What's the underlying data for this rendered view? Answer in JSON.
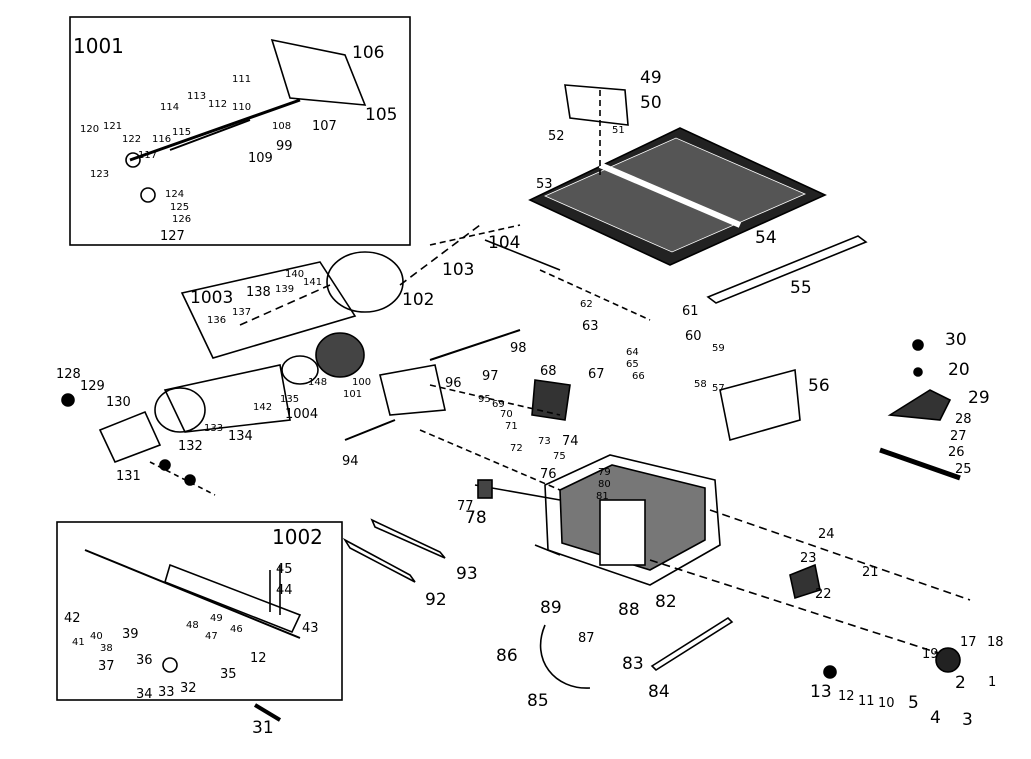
{
  "insets": [
    {
      "id": "inset-1001",
      "label": "1001"
    },
    {
      "id": "inset-1002",
      "label": "1002"
    },
    {
      "id": "inset-1003",
      "label": "1003"
    }
  ],
  "labels": [
    "106",
    "105",
    "107",
    "108",
    "109",
    "99",
    "110",
    "111",
    "112",
    "113",
    "114",
    "115",
    "116",
    "117",
    "120",
    "121",
    "122",
    "123",
    "124",
    "125",
    "126",
    "127",
    "49",
    "50",
    "51",
    "52",
    "53",
    "54",
    "55",
    "104",
    "103",
    "102",
    "136",
    "137",
    "138",
    "139",
    "140",
    "141",
    "128",
    "129",
    "130",
    "131",
    "132",
    "133",
    "134",
    "135",
    "142",
    "148",
    "100",
    "101",
    "98",
    "97",
    "96",
    "95",
    "94",
    "1004",
    "68",
    "67",
    "69",
    "70",
    "71",
    "72",
    "73",
    "74",
    "75",
    "76",
    "77",
    "78",
    "79",
    "80",
    "81",
    "62",
    "63",
    "61",
    "60",
    "64",
    "65",
    "66",
    "59",
    "58",
    "57",
    "56",
    "30",
    "20",
    "29",
    "28",
    "27",
    "26",
    "25",
    "24",
    "23",
    "22",
    "21",
    "17",
    "18",
    "19",
    "2",
    "1",
    "3",
    "4",
    "5",
    "10",
    "11",
    "12",
    "13",
    "93",
    "92",
    "89",
    "88",
    "87",
    "86",
    "85",
    "84",
    "83",
    "82",
    "45",
    "44",
    "43",
    "42",
    "41",
    "40",
    "38",
    "37",
    "39",
    "36",
    "34",
    "33",
    "32",
    "31",
    "35",
    "46",
    "47",
    "48",
    "49",
    "12"
  ]
}
